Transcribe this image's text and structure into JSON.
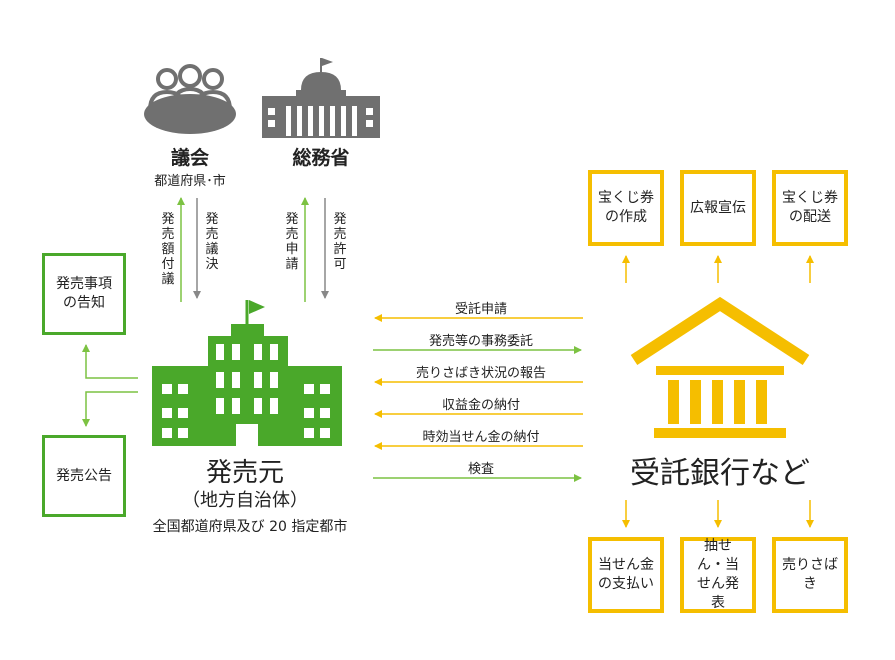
{
  "colors": {
    "green": "#4aa82a",
    "green_arrow": "#7cc242",
    "yellow": "#f5be00",
    "gray": "#707070",
    "gray_arrow": "#888888"
  },
  "icons": {
    "assembly": "assembly-people-icon",
    "ministry": "capitol-building-icon",
    "issuer": "government-building-icon",
    "bank": "bank-building-icon"
  },
  "assembly": {
    "title": "議会",
    "subtitle": "都道府県･市"
  },
  "ministry": {
    "title": "総務省"
  },
  "vertical": {
    "sale_amount_proposal": "発売額付議",
    "sale_resolution": "発売議決",
    "sale_application": "発売申請",
    "sale_permission": "発売許可"
  },
  "left_boxes": {
    "notice": "発売事項の告知",
    "announcement": "発売公告"
  },
  "issuer": {
    "title": "発売元",
    "subtitle": "（地方自治体）",
    "note": "全国都道府県及び 20 指定都市"
  },
  "flows": [
    {
      "label": "受託申請",
      "dir": "left"
    },
    {
      "label": "発売等の事務委託",
      "dir": "right"
    },
    {
      "label": "売りさばき状況の報告",
      "dir": "left"
    },
    {
      "label": "収益金の納付",
      "dir": "left"
    },
    {
      "label": "時効当せん金の納付",
      "dir": "left"
    },
    {
      "label": "検査",
      "dir": "right"
    }
  ],
  "bank": {
    "title": "受託銀行など"
  },
  "top_boxes": [
    "宝くじ券の作成",
    "広報宣伝",
    "宝くじ券の配送"
  ],
  "bottom_boxes": [
    "当せん金の支払い",
    "抽せん・当せん発表",
    "売りさばき"
  ]
}
